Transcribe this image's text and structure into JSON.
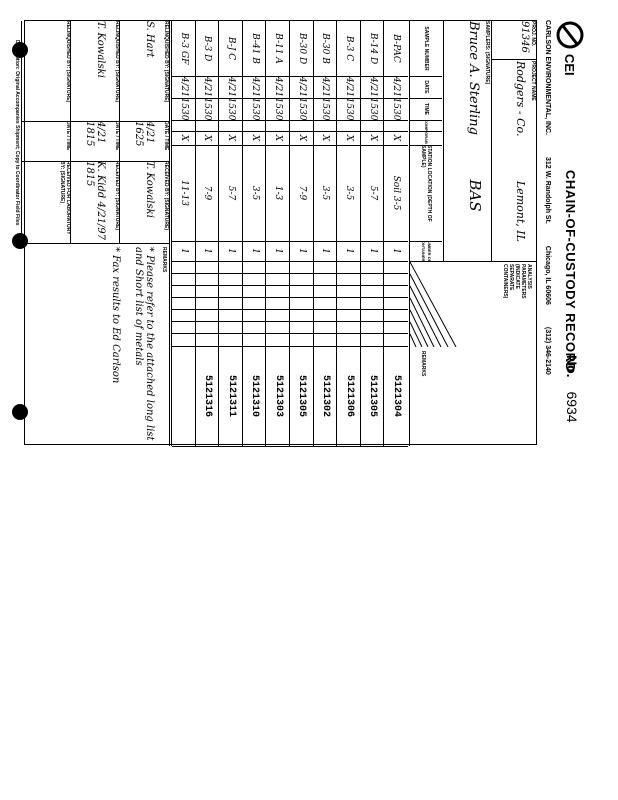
{
  "header": {
    "logo_text": "CEI",
    "title": "CHAIN-OF-CUSTODY RECORD",
    "number_label": "No.",
    "number": "6934",
    "company": "CARLSON ENVIRONMENTAL, INC.",
    "address": "312 W. Randolph St.",
    "city": "Chicago, IL 60606",
    "phone": "(312) 346-2140"
  },
  "project": {
    "proj_no_label": "PROJ. NO.",
    "proj_no": "91346",
    "name_label": "PROJECT NAME",
    "name": "Rodgers - Co.",
    "location": "Lemont, IL",
    "samplers_label": "SAMPLERS: (Signature)",
    "samplers": "Bruce A. Sterling",
    "samplers_initials": "BAS"
  },
  "columns": {
    "sample_number": "SAMPLE NUMBER",
    "date": "DATE",
    "time": "TIME",
    "comp": "COMP.",
    "grab": "GRAB",
    "station_location": "STATION LOCATION (DEPTH OF SAMPLE)",
    "containers": "NUMBER OF CONTAINERS",
    "analysis": "ANALYSIS PARAMETERS (INDICATE SEPARATE CONTAINERS)",
    "remarks": "REMARKS"
  },
  "rows": [
    {
      "sample": "B-PAC",
      "date": "4/21",
      "time": "1530",
      "grab": "X",
      "location": "Soil 3-5",
      "containers": "1",
      "remark": "5121304"
    },
    {
      "sample": "B-14 D",
      "date": "4/21",
      "time": "1530",
      "grab": "X",
      "location": "5-7",
      "containers": "1",
      "remark": "5121305"
    },
    {
      "sample": "B-3 C",
      "date": "4/21",
      "time": "1530",
      "grab": "X",
      "location": "3-5",
      "containers": "1",
      "remark": "5121306"
    },
    {
      "sample": "B-30 B",
      "date": "4/21",
      "time": "1530",
      "grab": "X",
      "location": "3-5",
      "containers": "1",
      "remark": "5121302"
    },
    {
      "sample": "B-30 D",
      "date": "4/21",
      "time": "1530",
      "grab": "X",
      "location": "7-9",
      "containers": "1",
      "remark": "5121305"
    },
    {
      "sample": "B-11 A",
      "date": "4/21",
      "time": "1530",
      "grab": "X",
      "location": "1-3",
      "containers": "1",
      "remark": "5121303"
    },
    {
      "sample": "B-41 B",
      "date": "4/21",
      "time": "1530",
      "grab": "X",
      "location": "3-5",
      "containers": "1",
      "remark": "5121310"
    },
    {
      "sample": "B-J C",
      "date": "4/21",
      "time": "1530",
      "grab": "X",
      "location": "5-7",
      "containers": "1",
      "remark": "5121311"
    },
    {
      "sample": "B-3 D",
      "date": "4/21",
      "time": "1530",
      "grab": "X",
      "location": "7-9",
      "containers": "1",
      "remark": "5121316"
    },
    {
      "sample": "B-3 GF",
      "date": "4/21",
      "time": "1530",
      "grab": "X",
      "location": "11-13",
      "containers": "1",
      "remark": ""
    }
  ],
  "custody": {
    "relinquished_label": "Relinquished by: (Signature)",
    "date_time_label": "Date / Time",
    "received_label": "Received by: (Signature)",
    "received_lab_label": "Received for Laboratory by: (Signature)",
    "entries": [
      {
        "relinquished": "S. Hart",
        "date_time": "4/21 1625",
        "received": "T. Kowalski"
      },
      {
        "relinquished": "T. Kowalski",
        "date_time": "4/21 1815",
        "received": "K. Kidd 4/21/97 1815"
      },
      {
        "relinquished": "",
        "date_time": "",
        "received": ""
      }
    ],
    "remarks_label": "REMARKS",
    "remark_1": "* Please refer to the attached long list and Short list of metals",
    "remark_2": "* Fax results to Ed Carlson"
  },
  "footer": "Distribution: Original Accompanies Shipment; Copy to Coordinator Field Files"
}
